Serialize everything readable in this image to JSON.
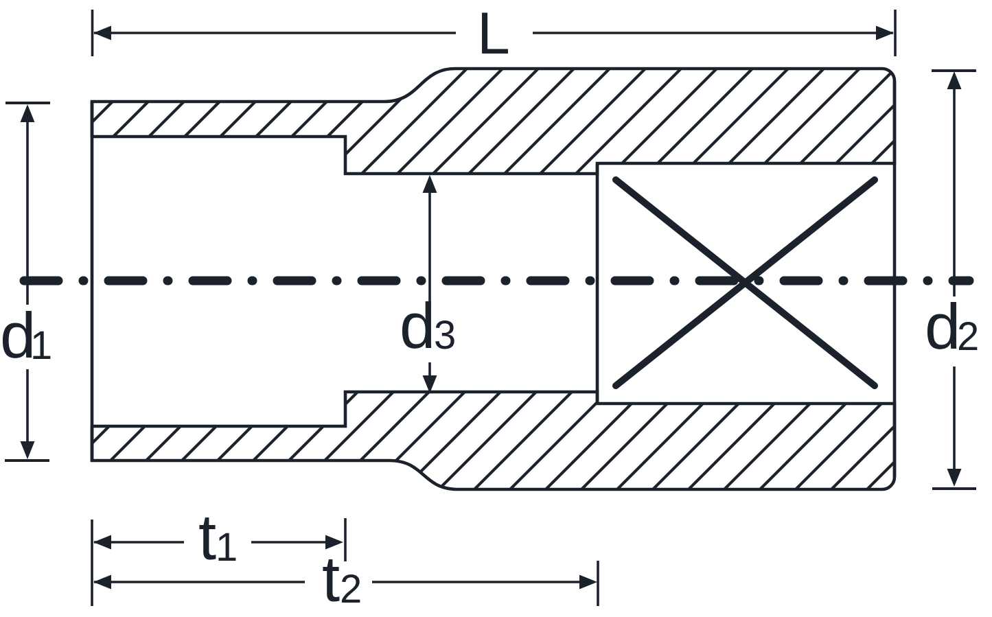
{
  "page": {
    "background": "#ffffff"
  },
  "drawing": {
    "ink_color": "#1b222b",
    "labels": {
      "L": "L",
      "d1": {
        "main": "d",
        "sub": "1"
      },
      "d2": {
        "main": "d",
        "sub": "2"
      },
      "d3": {
        "main": "d",
        "sub": "3"
      },
      "t1": {
        "main": "t",
        "sub": "1"
      },
      "t2": {
        "main": "t",
        "sub": "2"
      }
    }
  }
}
